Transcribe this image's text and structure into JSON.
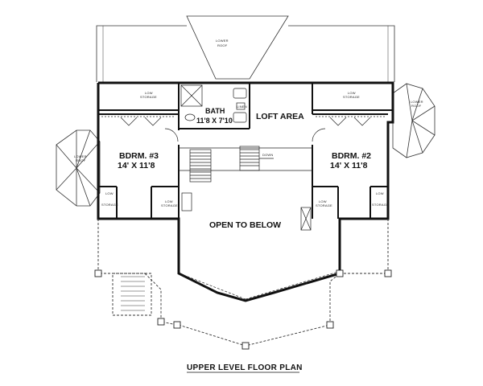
{
  "plan": {
    "title": "UPPER LEVEL FLOOR PLAN",
    "rooms": {
      "bath": "BATH",
      "bath_size": "11'8 X 7'10",
      "loft": "LOFT AREA",
      "bdrm3": "BDRM. #3",
      "bdrm3_size": "14' X 11'8",
      "bdrm2": "BDRM. #2",
      "bdrm2_size": "14' X 11'8",
      "open": "OPEN TO BELOW"
    },
    "small_labels": {
      "lower_roof": "LOWER",
      "roof": "ROOF",
      "low": "LOW",
      "storage": "STORAGE",
      "linen": "LINEN",
      "down": "DOWN"
    }
  }
}
